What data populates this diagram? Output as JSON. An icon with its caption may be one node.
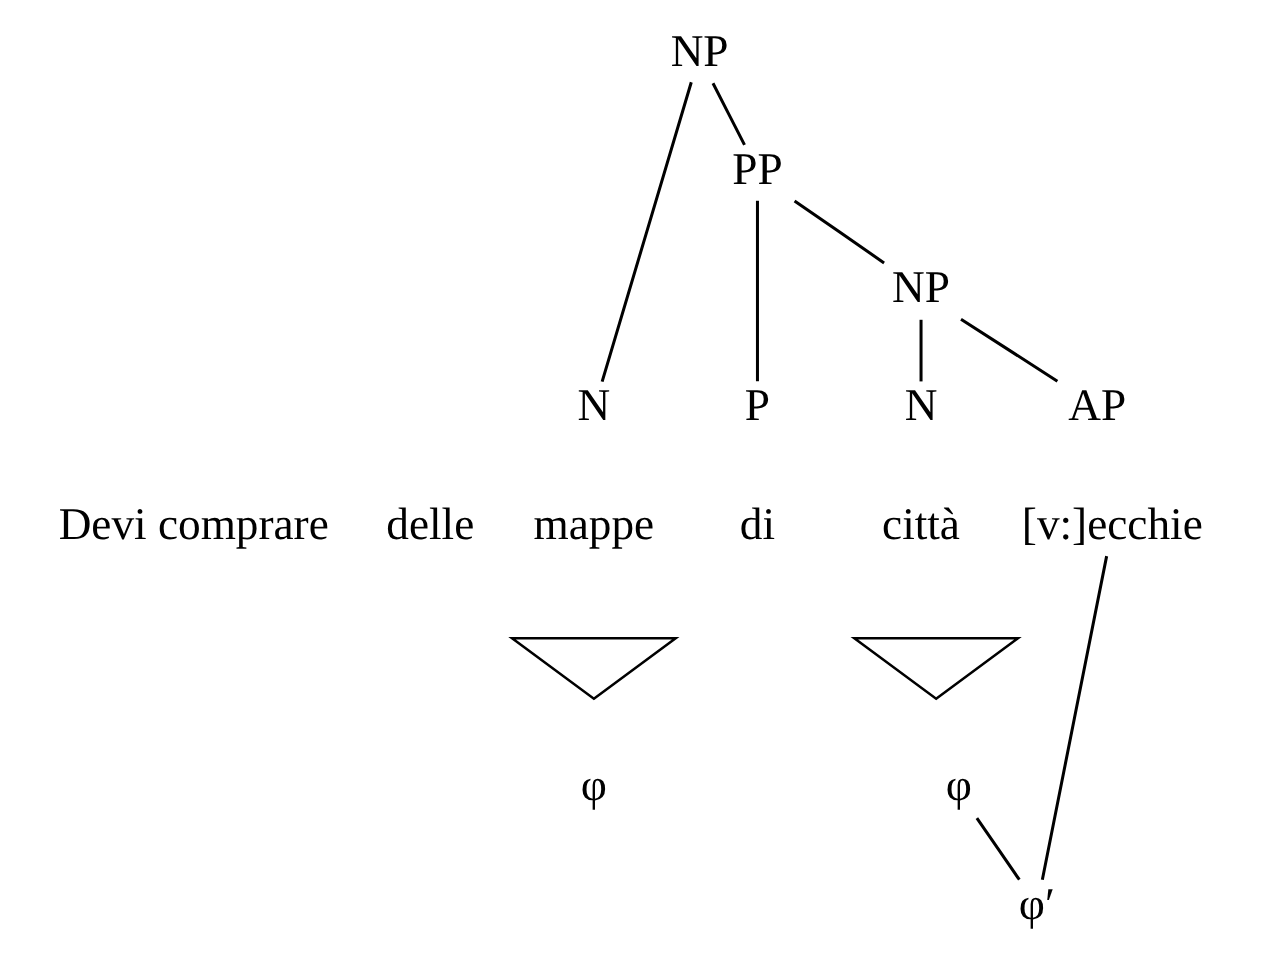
{
  "diagram": {
    "nodes": [
      {
        "text": [
          "NP"
        ]
      },
      {
        "text": [
          "PP"
        ]
      },
      {
        "text": [
          "NP"
        ]
      },
      {
        "text": [
          "N"
        ]
      },
      {
        "text": [
          "P"
        ]
      },
      {
        "text": [
          "N"
        ]
      },
      {
        "text": [
          "AP"
        ]
      },
      {
        "text": [
          "[v:]ecchie"
        ]
      },
      {
        "text": [],
        "shape": "triangle"
      },
      {
        "text": [],
        "shape": "triangle"
      },
      {
        "text": [
          "φ"
        ]
      },
      {
        "text": [
          "φ"
        ]
      },
      {
        "text": [
          "φ′"
        ]
      }
    ],
    "edges": [
      {
        "from": 0,
        "to": 3,
        "arrow": "none"
      },
      {
        "from": 0,
        "to": 1,
        "arrow": "none"
      },
      {
        "from": 1,
        "to": 4,
        "arrow": "none"
      },
      {
        "from": 1,
        "to": 2,
        "arrow": "none"
      },
      {
        "from": 2,
        "to": 5,
        "arrow": "none"
      },
      {
        "from": 2,
        "to": 6,
        "arrow": "none"
      },
      {
        "from": 11,
        "to": 12,
        "arrow": "none"
      },
      {
        "from": 7,
        "to": 12,
        "arrow": "none"
      }
    ],
    "labels": [
      "Devi comprare",
      "delle",
      "mappe",
      "di",
      "città"
    ]
  }
}
